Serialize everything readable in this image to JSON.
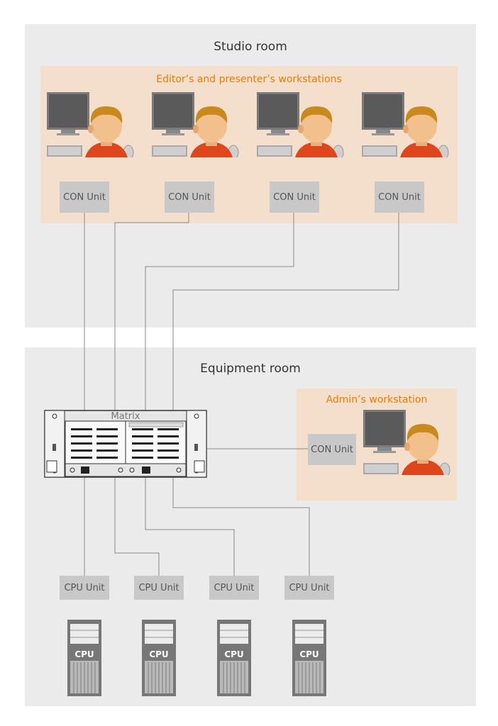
{
  "studio": {
    "title": "Studio room",
    "zone_title": "Editor’s and presenter’s workstations",
    "con_units": [
      "CON Unit",
      "CON Unit",
      "CON Unit",
      "CON Unit"
    ]
  },
  "equipment": {
    "title": "Equipment room",
    "matrix_label": "Matrix",
    "admin": {
      "title": "Admin’s workstation",
      "con_unit": "CON Unit"
    },
    "cpu_units": [
      "CPU Unit",
      "CPU Unit",
      "CPU Unit",
      "CPU Unit"
    ],
    "servers": [
      "CPU",
      "CPU",
      "CPU",
      "CPU"
    ]
  },
  "colors": {
    "room_bg": "#ebebeb",
    "zone_bg": "#f3dfcc",
    "accent": "#f07d00",
    "unit_bg": "#c8c8c8",
    "person_shirt": "#e0461b",
    "hair": "#c98a1c"
  }
}
